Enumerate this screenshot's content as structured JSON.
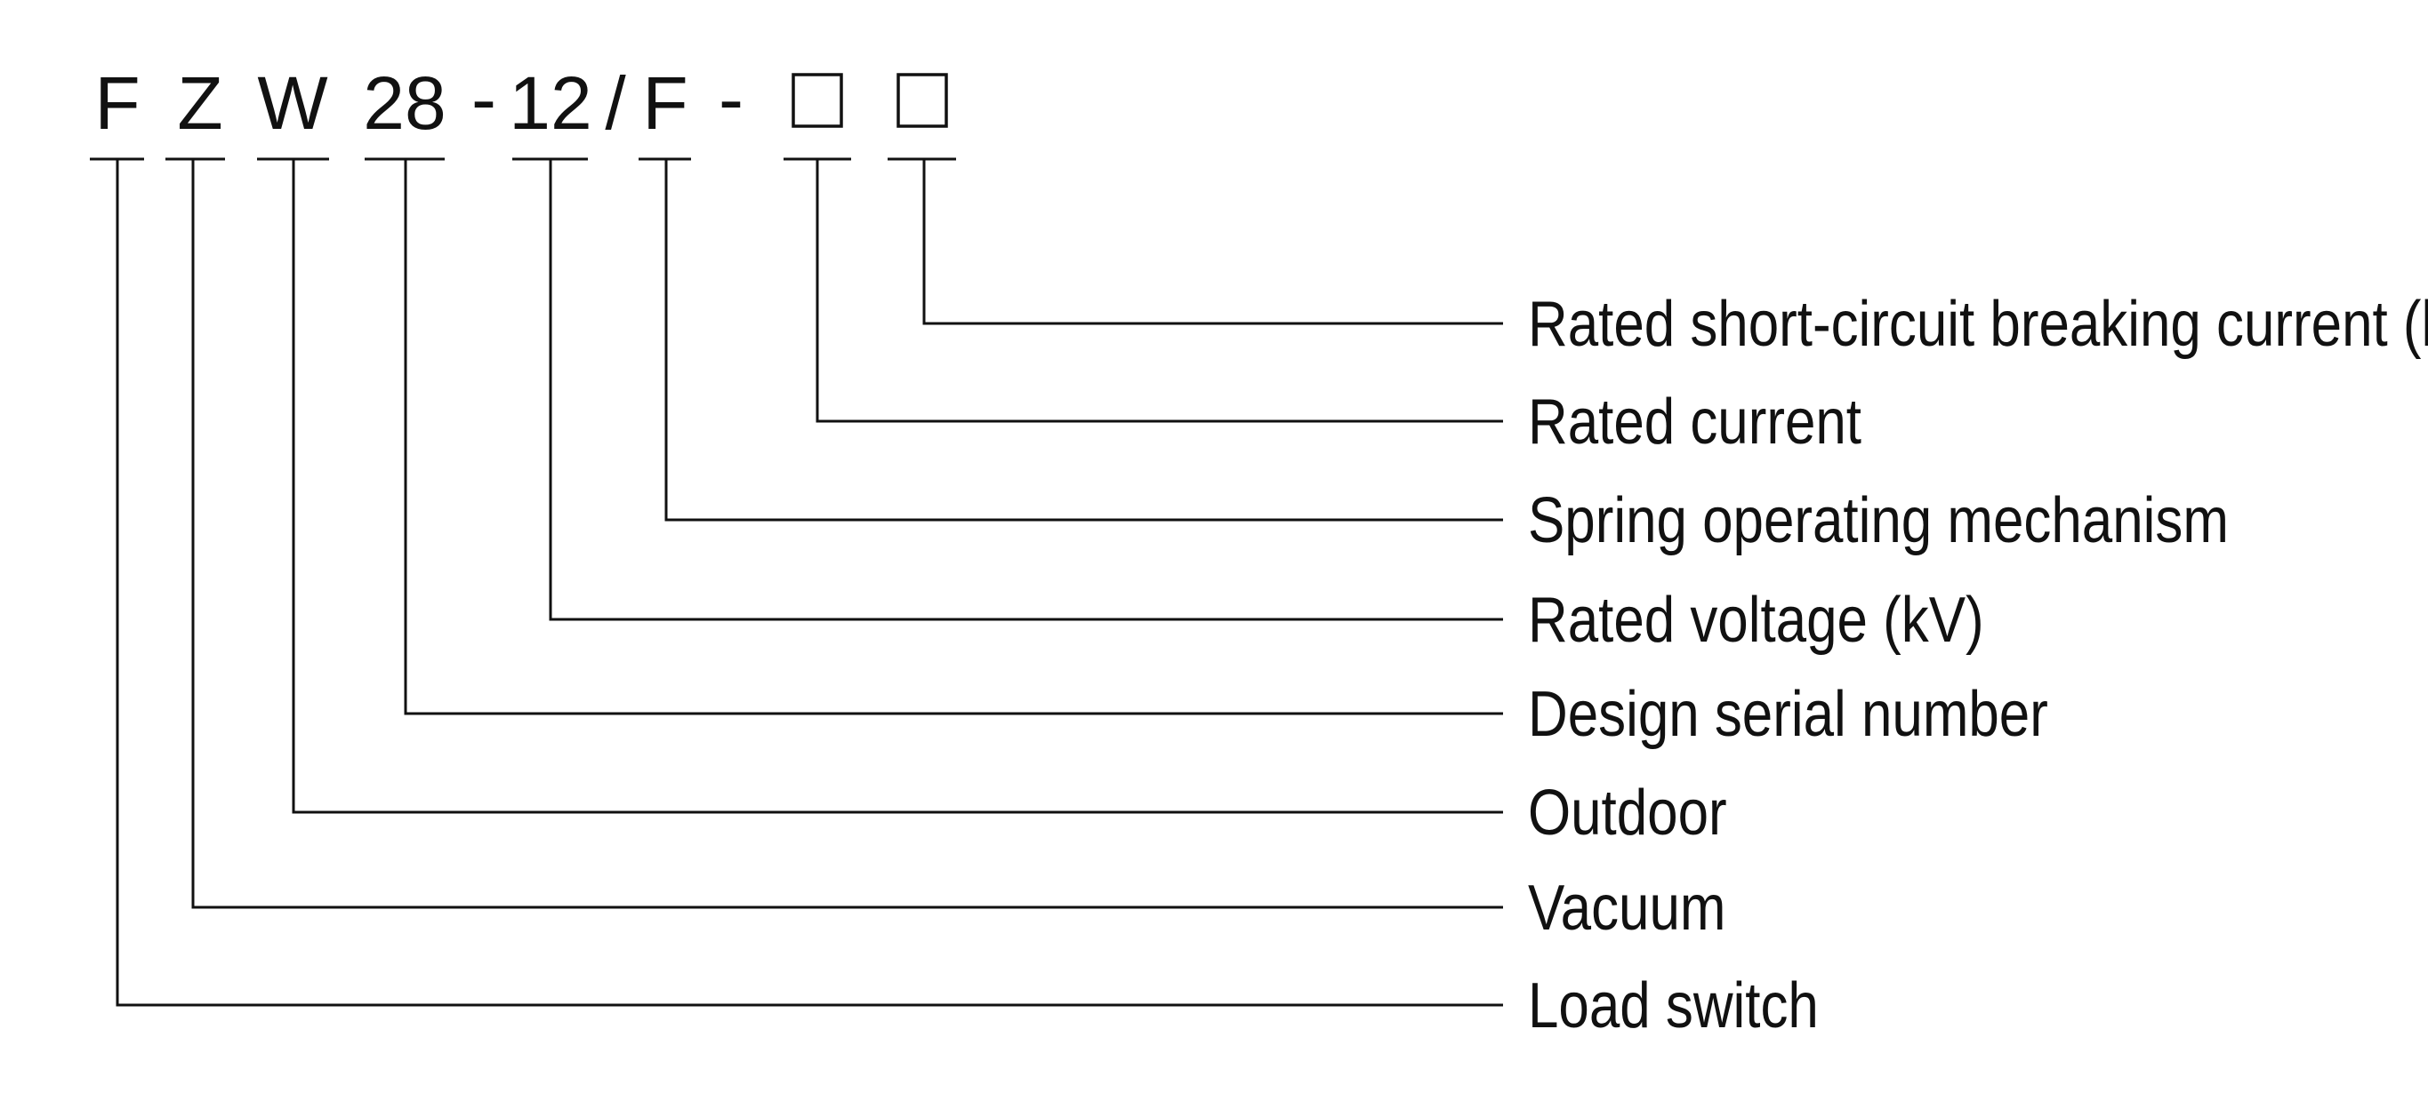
{
  "model_code": {
    "parts": [
      {
        "id": "F1",
        "text": "F"
      },
      {
        "id": "Z",
        "text": "Z"
      },
      {
        "id": "W",
        "text": "W"
      },
      {
        "id": "28",
        "text": "28"
      },
      {
        "id": "dash1",
        "text": "-"
      },
      {
        "id": "12",
        "text": "12"
      },
      {
        "id": "slash",
        "text": "/"
      },
      {
        "id": "F2",
        "text": "F"
      },
      {
        "id": "dash2",
        "text": "-"
      },
      {
        "id": "box1",
        "text": "□"
      },
      {
        "id": "box2",
        "text": "□"
      }
    ]
  },
  "descriptions": [
    {
      "id": "rated-short-circuit-breaking-current",
      "label": "Rated short-circuit breaking current (kA)",
      "code_part": "box2"
    },
    {
      "id": "rated-current",
      "label": "Rated current",
      "code_part": "box1"
    },
    {
      "id": "spring-operating-mechanism",
      "label": "Spring operating mechanism",
      "code_part": "F2"
    },
    {
      "id": "rated-voltage",
      "label": "Rated voltage (kV)",
      "code_part": "12"
    },
    {
      "id": "design-serial-number",
      "label": "Design serial number",
      "code_part": "28"
    },
    {
      "id": "outdoor",
      "label": "Outdoor",
      "code_part": "W"
    },
    {
      "id": "vacuum",
      "label": "Vacuum",
      "code_part": "Z"
    },
    {
      "id": "load-switch",
      "label": "Load switch",
      "code_part": "F1"
    }
  ]
}
